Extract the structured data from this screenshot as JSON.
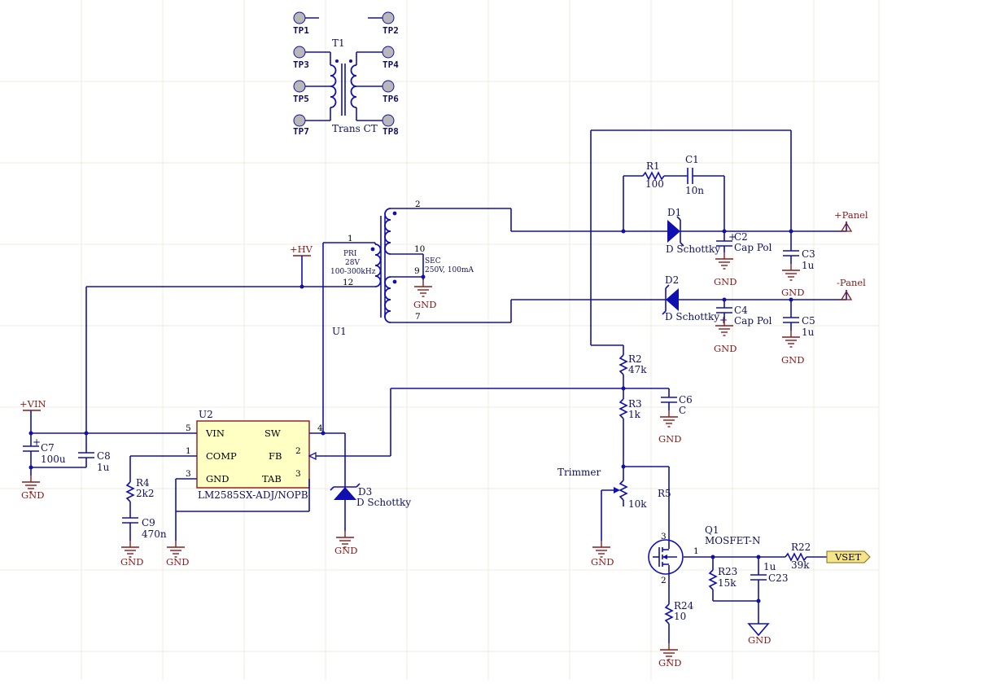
{
  "colors": {
    "wire": "#1010b0",
    "ground": "#8a1a1a",
    "chip_fill": "#ffffc4",
    "label_fill": "#f5e58a",
    "testpoint": "#b8b8b8"
  },
  "test_points": [
    "TP1",
    "TP2",
    "TP3",
    "TP4",
    "TP5",
    "TP6",
    "TP7",
    "TP8"
  ],
  "t1": {
    "designator": "T1",
    "type": "Trans CT"
  },
  "main_transformer": {
    "designator": "U1",
    "primary": {
      "label": "PRI",
      "voltage": "28V",
      "freq": "100-300kHz",
      "pin_top": "1",
      "pin_bottom": "12"
    },
    "secondary": {
      "label": "SEC",
      "rating": "250V, 100mA",
      "pin_top": "2",
      "pin_mid1": "10",
      "pin_mid2": "9",
      "pin_bottom": "7"
    }
  },
  "regulator": {
    "designator": "U2",
    "part": "LM2585SX-ADJ/NOPB",
    "pins": {
      "vin": "VIN",
      "comp": "COMP",
      "gnd": "GND",
      "sw": "SW",
      "fb": "FB",
      "tab": "TAB"
    },
    "pin_numbers": {
      "vin": "5",
      "comp": "1",
      "gnd": "3",
      "sw": "4",
      "fb": "2",
      "tab": "3"
    }
  },
  "power_ports": {
    "vin": "+VIN",
    "hv": "+HV",
    "panel_pos": "+Panel",
    "panel_neg": "-Panel",
    "vset": "VSET"
  },
  "ground_label": "GND",
  "components": {
    "r1": {
      "ref": "R1",
      "value": "100"
    },
    "c1": {
      "ref": "C1",
      "value": "10n"
    },
    "d1": {
      "ref": "D1",
      "value": "D Schottky"
    },
    "d2": {
      "ref": "D2",
      "value": "D Schottky"
    },
    "d3": {
      "ref": "D3",
      "value": "D Schottky"
    },
    "c2": {
      "ref": "C2",
      "value": "Cap Pol"
    },
    "c3": {
      "ref": "C3",
      "value": "1u"
    },
    "c4": {
      "ref": "C4",
      "value": "Cap Pol"
    },
    "c5": {
      "ref": "C5",
      "value": "1u"
    },
    "r2": {
      "ref": "R2",
      "value": "47k"
    },
    "r3": {
      "ref": "R3",
      "value": "1k"
    },
    "c6": {
      "ref": "C6",
      "value": "C"
    },
    "c7": {
      "ref": "C7",
      "value": "100u"
    },
    "c8": {
      "ref": "C8",
      "value": "1u"
    },
    "r4": {
      "ref": "R4",
      "value": "2k2"
    },
    "c9": {
      "ref": "C9",
      "value": "470n"
    },
    "r5": {
      "ref": "R5",
      "value": "10k",
      "note": "Trimmer"
    },
    "q1": {
      "ref": "Q1",
      "value": "MOSFET-N",
      "pins": {
        "drain": "3",
        "gate": "1",
        "source": "2"
      }
    },
    "r22": {
      "ref": "R22",
      "value": "39k"
    },
    "r23": {
      "ref": "R23",
      "value": "15k"
    },
    "c23": {
      "ref": "C23",
      "value": "1u"
    },
    "r24": {
      "ref": "R24",
      "value": "10"
    }
  }
}
